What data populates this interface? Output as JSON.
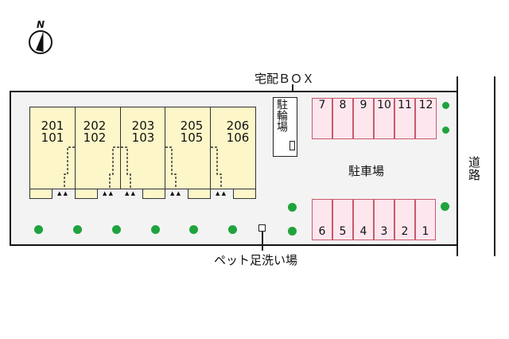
{
  "compass": {
    "label": "N",
    "icon": "north-arrow-icon"
  },
  "labels": {
    "delivery_box": "宅配ＢＯＸ",
    "bicycle_parking": "駐輪場",
    "parking_lot": "駐車場",
    "road": "道路",
    "pet_foot_wash": "ペット足洗い場"
  },
  "units": [
    {
      "upper": "201",
      "lower": "101"
    },
    {
      "upper": "202",
      "lower": "102"
    },
    {
      "upper": "203",
      "lower": "103"
    },
    {
      "upper": "205",
      "lower": "105"
    },
    {
      "upper": "206",
      "lower": "106"
    }
  ],
  "parking_top": [
    "7",
    "8",
    "9",
    "10",
    "11",
    "12"
  ],
  "parking_bottom": [
    "6",
    "5",
    "4",
    "3",
    "2",
    "1"
  ],
  "colors": {
    "unit_fill": "#fcf6c9",
    "parking_fill": "#fde6ee",
    "parking_border": "#c65a6a",
    "tree": "#1fa33c",
    "site_fill": "#f3f3f3"
  }
}
